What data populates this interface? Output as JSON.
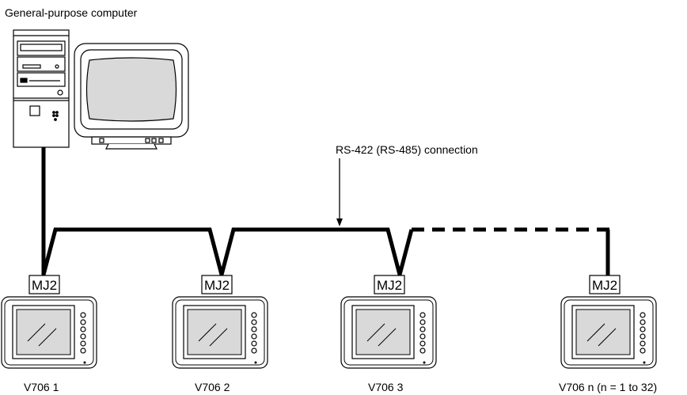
{
  "pc": {
    "label": "General-purpose computer"
  },
  "connection": {
    "label": "RS-422 (RS-485) connection"
  },
  "connector_label": "MJ2",
  "devices": [
    {
      "label": "V706 1"
    },
    {
      "label": "V706 2"
    },
    {
      "label": "V706 3"
    },
    {
      "label": "V706 n (n = 1 to 32)"
    }
  ]
}
